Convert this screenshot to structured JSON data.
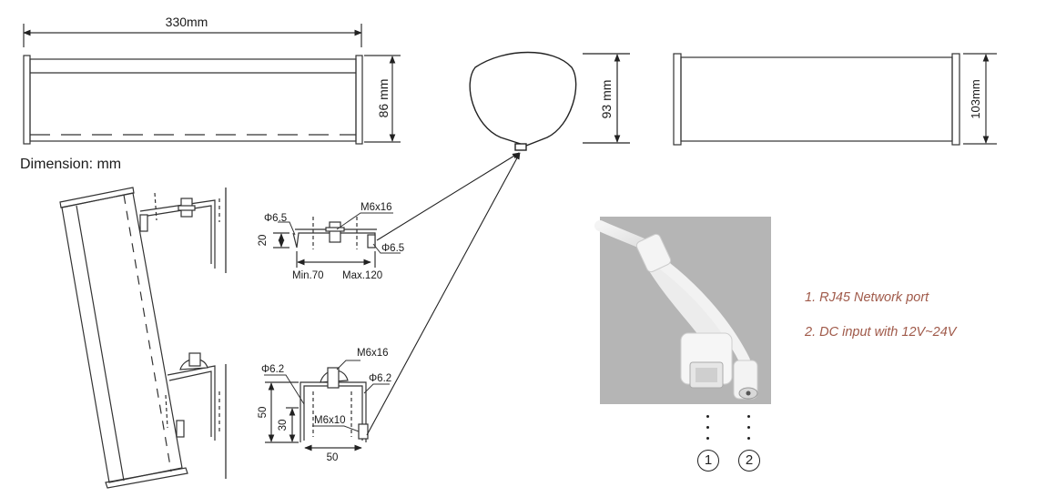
{
  "dimensions": {
    "width_label": "330mm",
    "front_height_label": "86 mm",
    "side_height_label": "93 mm",
    "rear_height_label": "103mm",
    "unit_caption": "Dimension: mm"
  },
  "bracket_top": {
    "hole_left": "Φ6.5",
    "bolt": "M6x16",
    "hole_right": "Φ6.5",
    "height": "20",
    "min_label": "Min.70",
    "max_label": "Max.120"
  },
  "bracket_bottom": {
    "hole_left": "Φ6.2",
    "bolt_top": "M6x16",
    "hole_right": "Φ6.2",
    "bolt_side": "M6x10",
    "outer_height": "50",
    "inner_height": "30",
    "width": "50"
  },
  "connector": {
    "port1_number": "1",
    "port2_number": "2",
    "legend": [
      "1. RJ45 Network port",
      "2. DC input with 12V~24V"
    ],
    "legend_color": "#a05a4a"
  }
}
